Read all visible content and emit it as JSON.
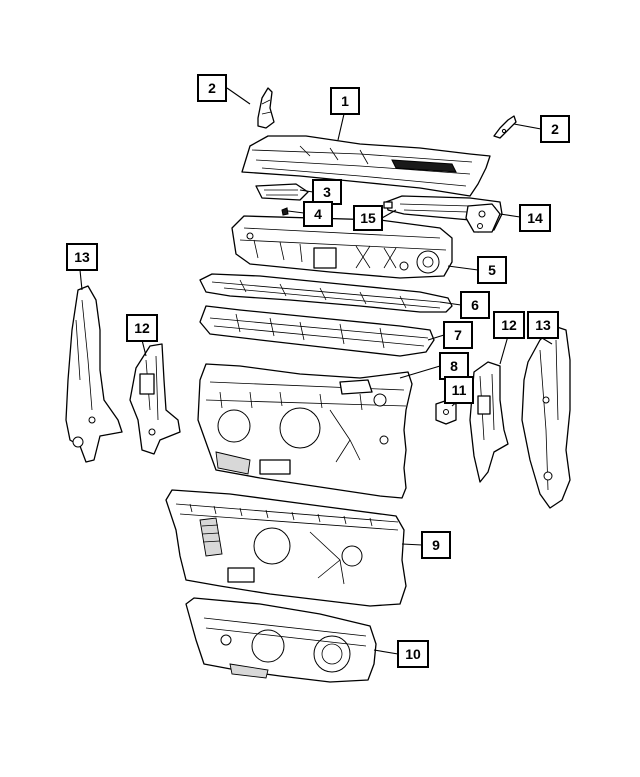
{
  "callouts": [
    {
      "id": "c2a",
      "label": "2"
    },
    {
      "id": "c1",
      "label": "1"
    },
    {
      "id": "c2b",
      "label": "2"
    },
    {
      "id": "c3",
      "label": "3"
    },
    {
      "id": "c4",
      "label": "4"
    },
    {
      "id": "c15",
      "label": "15"
    },
    {
      "id": "c14",
      "label": "14"
    },
    {
      "id": "c13a",
      "label": "13"
    },
    {
      "id": "c5",
      "label": "5"
    },
    {
      "id": "c6",
      "label": "6"
    },
    {
      "id": "c12a",
      "label": "12"
    },
    {
      "id": "c7",
      "label": "7"
    },
    {
      "id": "c12b",
      "label": "12"
    },
    {
      "id": "c13b",
      "label": "13"
    },
    {
      "id": "c8",
      "label": "8"
    },
    {
      "id": "c11",
      "label": "11"
    },
    {
      "id": "c9",
      "label": "9"
    },
    {
      "id": "c10",
      "label": "10"
    }
  ]
}
